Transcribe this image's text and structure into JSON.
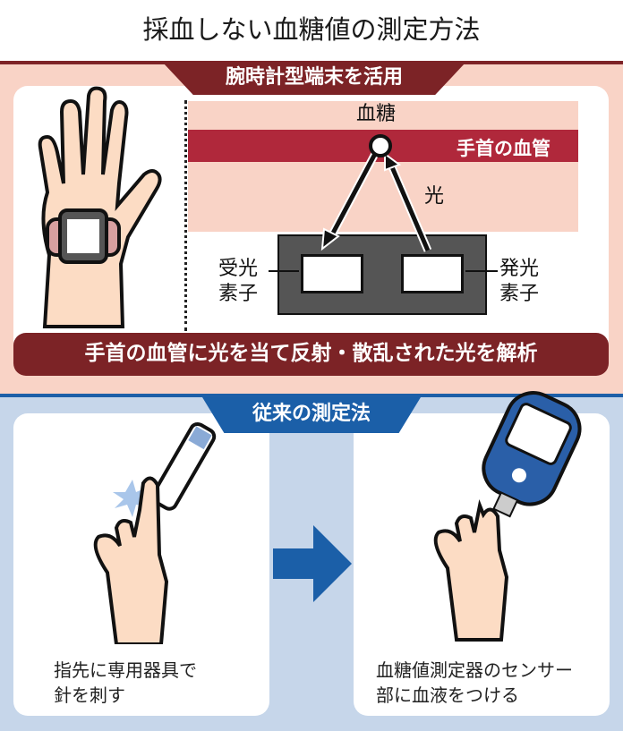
{
  "title": "採血しない血糖値の測定方法",
  "new_method": {
    "tab": "腕時計型端末を活用",
    "blood_sugar": "血糖",
    "vessel": "手首の血管",
    "light": "光",
    "receiver": [
      "受光",
      "素子"
    ],
    "emitter": [
      "発光",
      "素子"
    ],
    "summary": "手首の血管に光を当て反射・散乱された光を解析"
  },
  "old_method": {
    "tab": "従来の測定法",
    "step1": [
      "指先に専用器具で",
      "針を刺す"
    ],
    "step2": [
      "血糖値測定器のセンサー",
      "部に血液をつける"
    ]
  },
  "colors": {
    "maroon": "#7c2326",
    "vessel": "#b0283b",
    "pink": "#f9d3c6",
    "blue": "#1b5fa8",
    "light_blue": "#c6d6ea"
  }
}
